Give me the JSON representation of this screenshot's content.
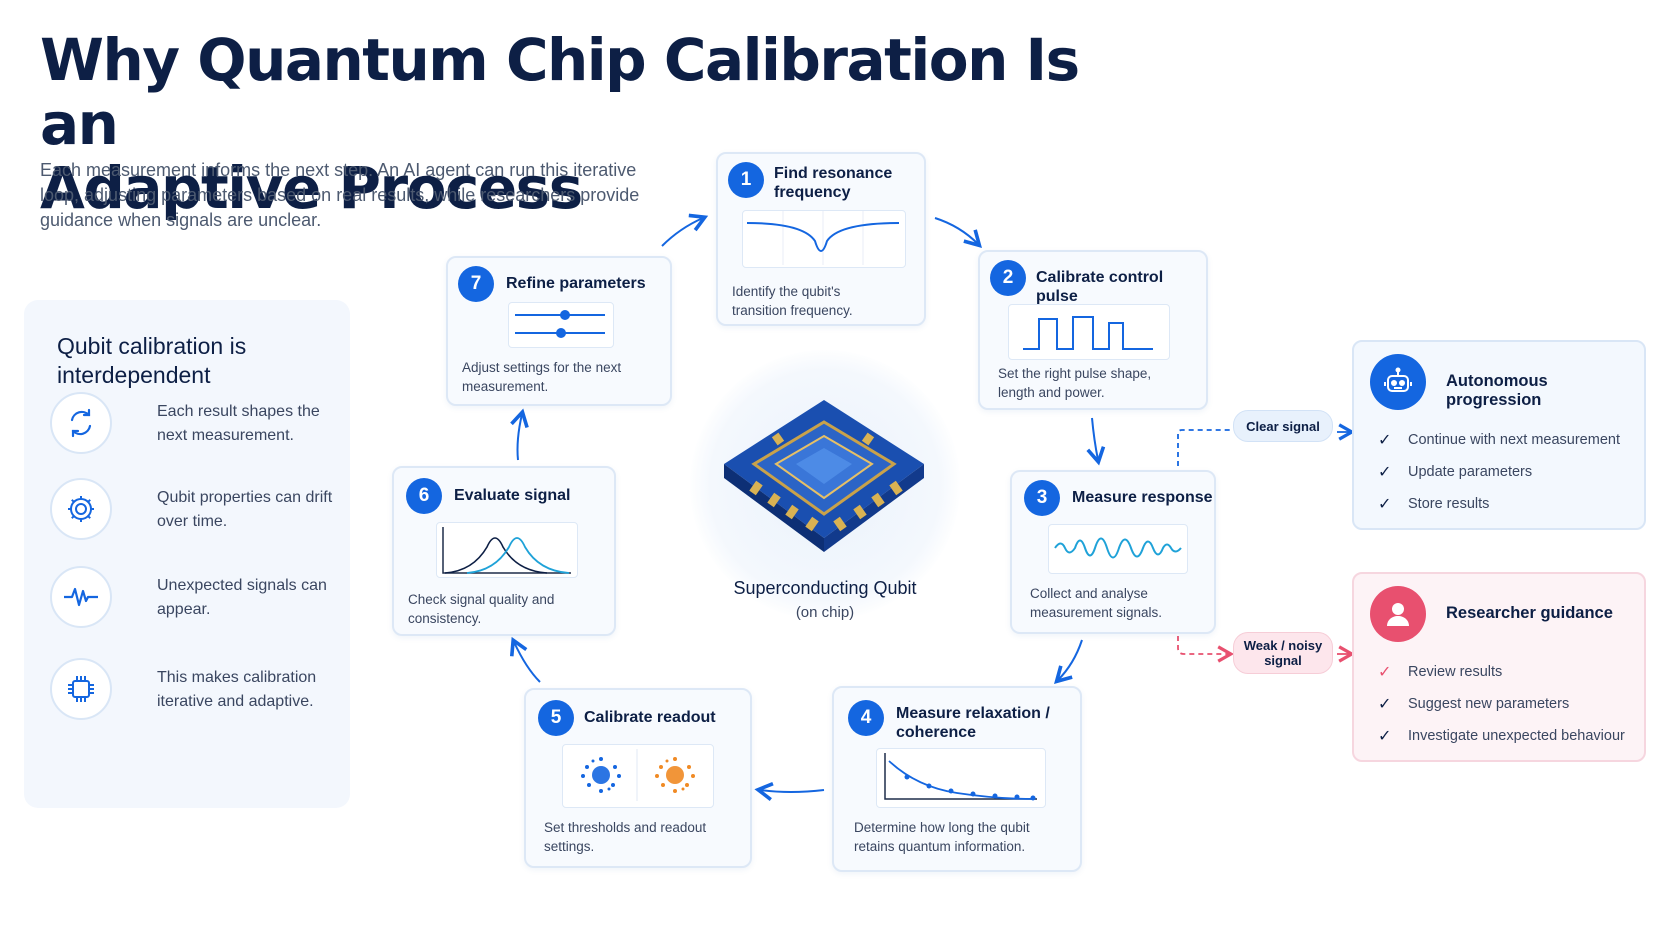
{
  "title": {
    "line1": "Why Quantum Chip Calibration Is an",
    "line2": "Adaptive Process"
  },
  "subtitle": "Each measurement informs the next step. An AI agent can run this iterative loop, adjusting parameters based on real results, while researchers provide guidance when signals are unclear.",
  "left_panel": {
    "heading": "Qubit calibration is interdependent",
    "items": [
      {
        "icon": "refresh-icon",
        "text": "Each result shapes the next measurement."
      },
      {
        "icon": "gear-icon",
        "text": "Qubit properties can drift over time."
      },
      {
        "icon": "waveform-icon",
        "text": "Unexpected signals can appear."
      },
      {
        "icon": "chip-icon",
        "text": "This makes calibration iterative and adaptive."
      }
    ]
  },
  "steps": [
    {
      "num": "1",
      "title": "Find resonance frequency",
      "desc": "Identify the qubit's transition frequency."
    },
    {
      "num": "2",
      "title": "Calibrate control pulse",
      "desc": "Set the right pulse shape, length and power."
    },
    {
      "num": "3",
      "title": "Measure response",
      "desc": "Collect and analyse measurement signals."
    },
    {
      "num": "4",
      "title": "Measure relaxation / coherence",
      "desc": "Determine how long the qubit retains quantum information."
    },
    {
      "num": "5",
      "title": "Calibrate readout",
      "desc": "Set thresholds and readout settings."
    },
    {
      "num": "6",
      "title": "Evaluate signal",
      "desc": "Check signal quality and consistency."
    },
    {
      "num": "7",
      "title": "Refine parameters",
      "desc": "Adjust settings for the next measurement."
    }
  ],
  "center": {
    "label": "Superconducting Qubit",
    "sublabel": "(on chip)"
  },
  "branches": {
    "clear": "Clear signal",
    "weak": "Weak / noisy signal"
  },
  "autonomous": {
    "title": "Autonomous progression",
    "icon": "robot-icon",
    "items": [
      "Continue with next measurement",
      "Update parameters",
      "Store results"
    ]
  },
  "researcher": {
    "title": "Researcher guidance",
    "icon": "person-icon",
    "items": [
      "Review results",
      "Suggest new parameters",
      "Investigate unexpected behaviour"
    ]
  },
  "colors": {
    "accent": "#1466e0",
    "navy": "#0d1f45",
    "pink": "#e8506f"
  }
}
